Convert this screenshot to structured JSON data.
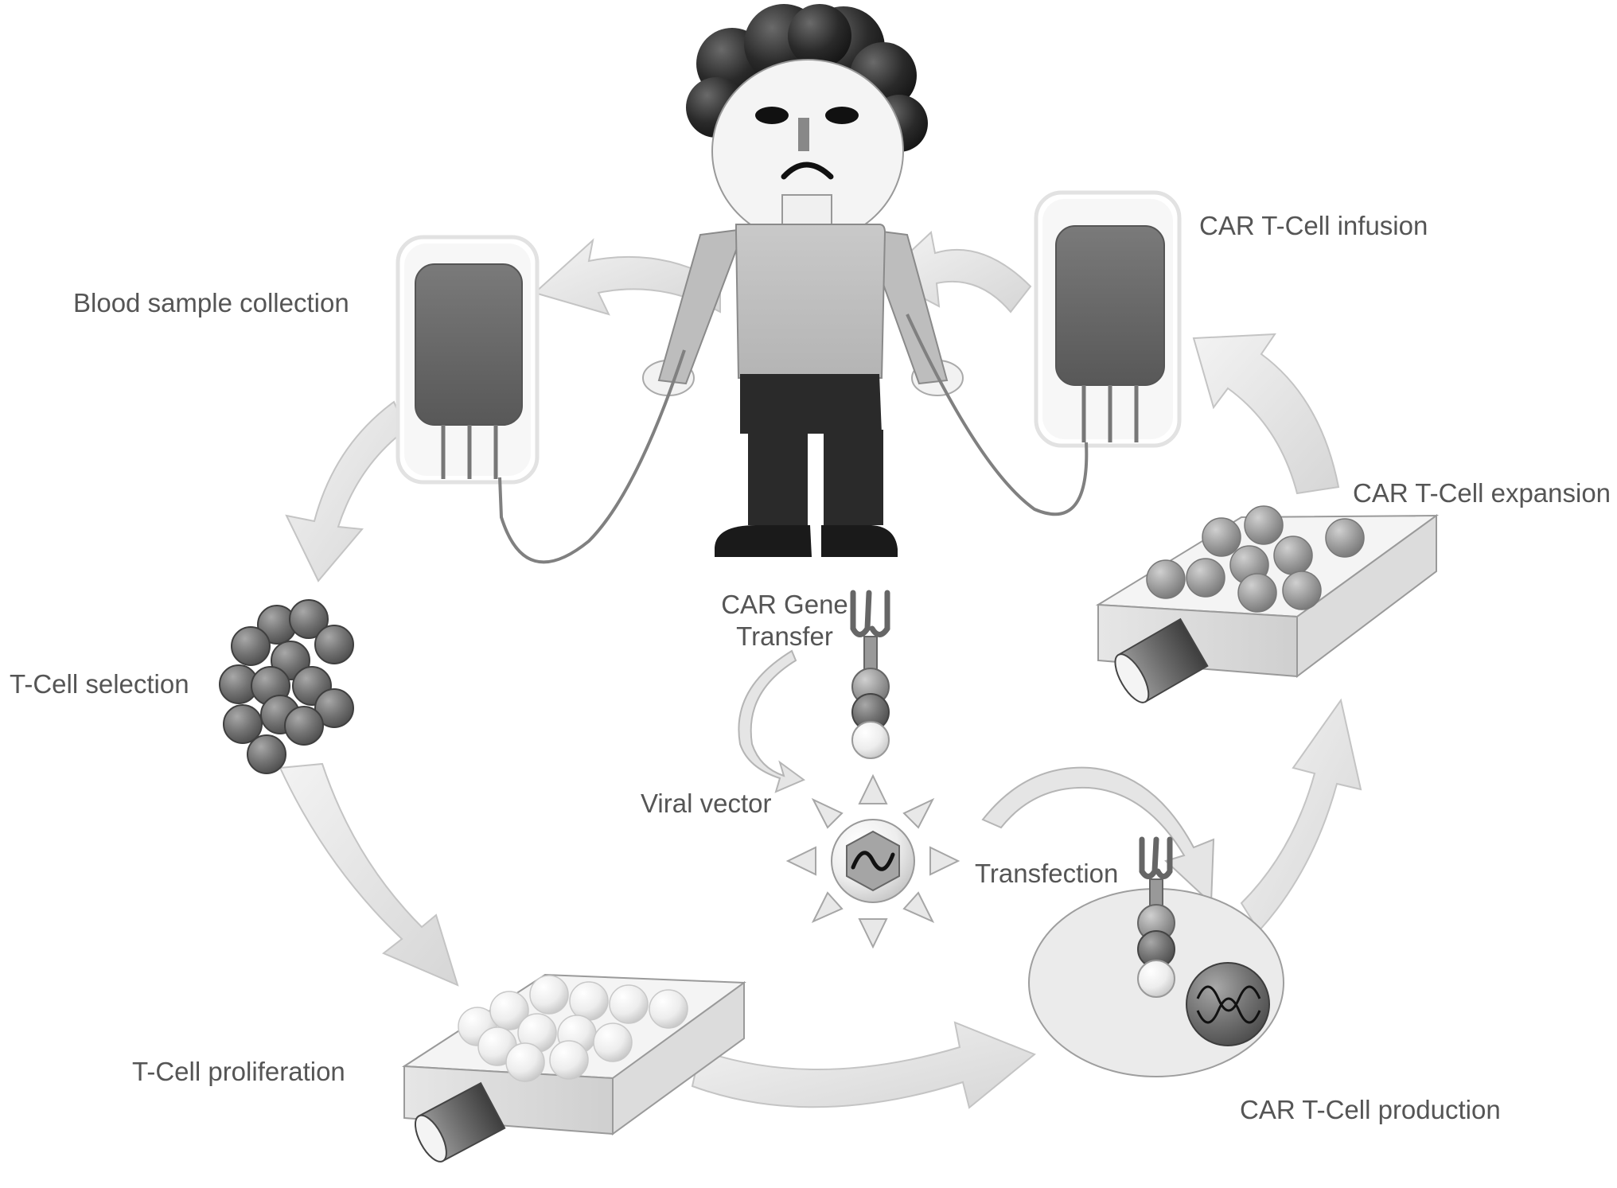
{
  "labels": {
    "blood_sample_collection": "Blood sample collection",
    "car_tcell_infusion": "CAR T-Cell infusion",
    "car_tcell_expansion": "CAR T-Cell expansion",
    "tcell_selection": "T-Cell selection",
    "car_gene_transfer_line1": "CAR Gene",
    "car_gene_transfer_line2": "Transfer",
    "viral_vector": "Viral vector",
    "transfection": "Transfection",
    "tcell_proliferation": "T-Cell proliferation",
    "car_tcell_production": "CAR T-Cell production"
  },
  "colors": {
    "arrow_fill": "#e2e2e2",
    "arrow_stroke": "#c4c4c4",
    "cell_dark": "#6e6e6e",
    "cell_light": "#f2f2f2",
    "bag_fill": "#6a6a6a",
    "text": "#555555"
  }
}
